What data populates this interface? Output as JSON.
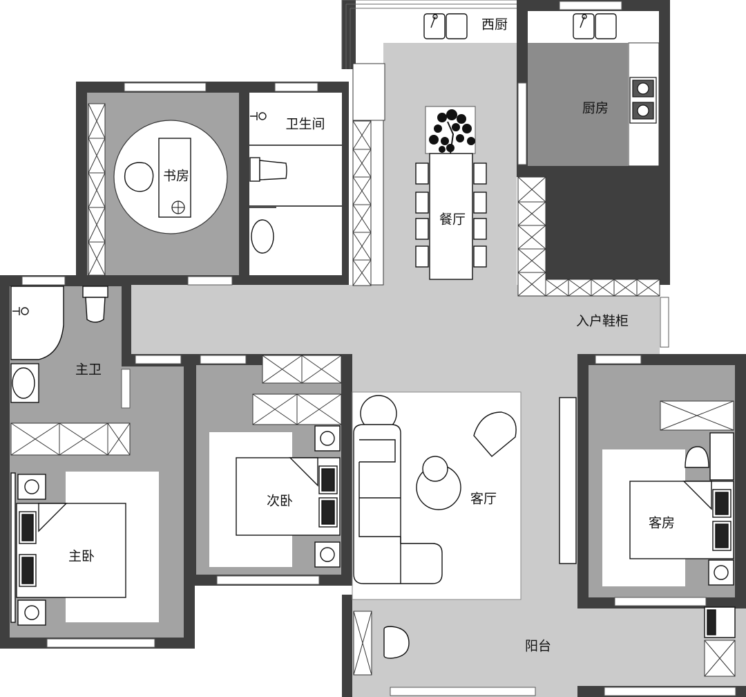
{
  "rooms": {
    "west_kitchen": "西厨",
    "kitchen": "厨房",
    "study": "书房",
    "bathroom": "卫生间",
    "dining": "餐厅",
    "master_bath": "主卫",
    "entry_cabinet": "入户鞋柜",
    "master_bedroom": "主卧",
    "second_bedroom": "次卧",
    "living_room": "客厅",
    "guest_room": "客房",
    "balcony": "阳台"
  },
  "colors": {
    "wall": "#3f3f3f",
    "room_dark": "#8c8c8c",
    "room_mid": "#a3a3a3",
    "room_light": "#cbcbcb",
    "white": "#ffffff",
    "line": "#111111"
  }
}
